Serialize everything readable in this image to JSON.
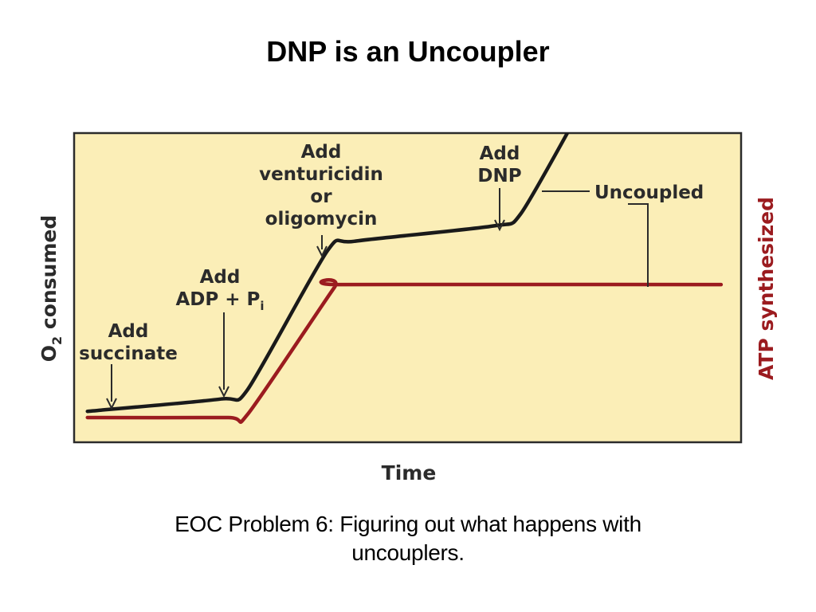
{
  "slide": {
    "title": "DNP is an Uncoupler",
    "caption_line1": "EOC Problem 6:  Figuring out what happens with",
    "caption_line2": "uncouplers."
  },
  "colors": {
    "plot_background": "#fbeeb7",
    "o2_line": "#1a1a1a",
    "atp_line": "#9b1b1f",
    "frame": "#2b2b2b"
  },
  "chart_data": {
    "type": "line",
    "title": "",
    "xlabel": "Time",
    "ylabel_left": "O₂ consumed",
    "ylabel_right": "ATP synthesized",
    "xlim": [
      0,
      100
    ],
    "ylim": [
      0,
      100
    ],
    "grid": false,
    "series": [
      {
        "name": "",
        "axis": "left",
        "x": [
          2,
          22,
          26,
          38,
          42,
          63,
          67,
          76
        ],
        "y": [
          10,
          14,
          17,
          62,
          65,
          70,
          74,
          108
        ]
      },
      {
        "name": "",
        "axis": "right",
        "x": [
          2,
          23,
          26,
          39,
          40,
          97
        ],
        "y": [
          8,
          8,
          9,
          50,
          51,
          51
        ]
      }
    ],
    "annotations": [
      {
        "lines": [
          "Add",
          "succinate"
        ],
        "x": 6,
        "y": 10
      },
      {
        "lines": [
          "Add",
          "ADP + P",
          "i"
        ],
        "x": 22,
        "y": 14
      },
      {
        "lines": [
          "Add",
          "venturicidin",
          "or",
          "oligomycin"
        ],
        "x": 38,
        "y": 63
      },
      {
        "lines": [
          "Add",
          "DNP"
        ],
        "x": 64,
        "y": 70
      },
      {
        "lines": [
          "Uncoupled"
        ],
        "x": 70,
        "y": 82
      }
    ]
  }
}
